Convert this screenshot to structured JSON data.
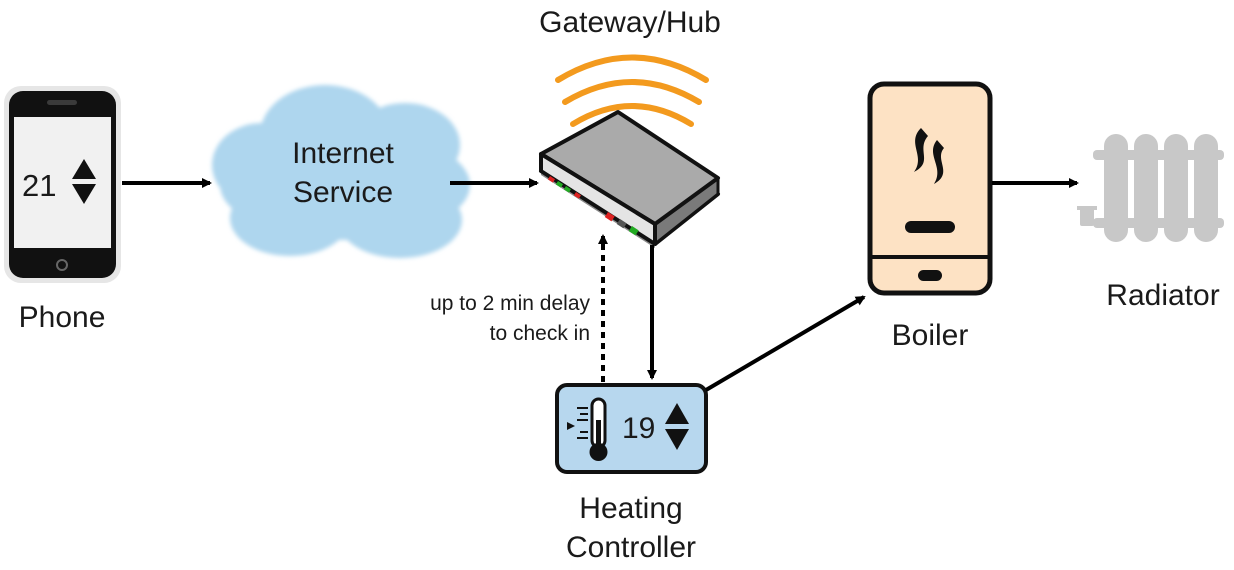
{
  "nodes": {
    "phone": {
      "label": "Phone",
      "value": "21"
    },
    "internet": {
      "label_line1": "Internet",
      "label_line2": "Service"
    },
    "gateway": {
      "label": "Gateway/Hub"
    },
    "boiler": {
      "label": "Boiler"
    },
    "radiator": {
      "label": "Radiator"
    },
    "controller": {
      "label_line1": "Heating",
      "label_line2": "Controller",
      "value": "19"
    }
  },
  "annotation": {
    "line1": "up to 2 min delay",
    "line2": "to check in"
  },
  "colors": {
    "wifi": "#f39a1e",
    "cloud": "#aed6ee",
    "boiler_fill": "#fde2c4",
    "controller_fill": "#b7d7ee",
    "router": "#a9a9a9",
    "radiator": "#c8c8c8"
  }
}
